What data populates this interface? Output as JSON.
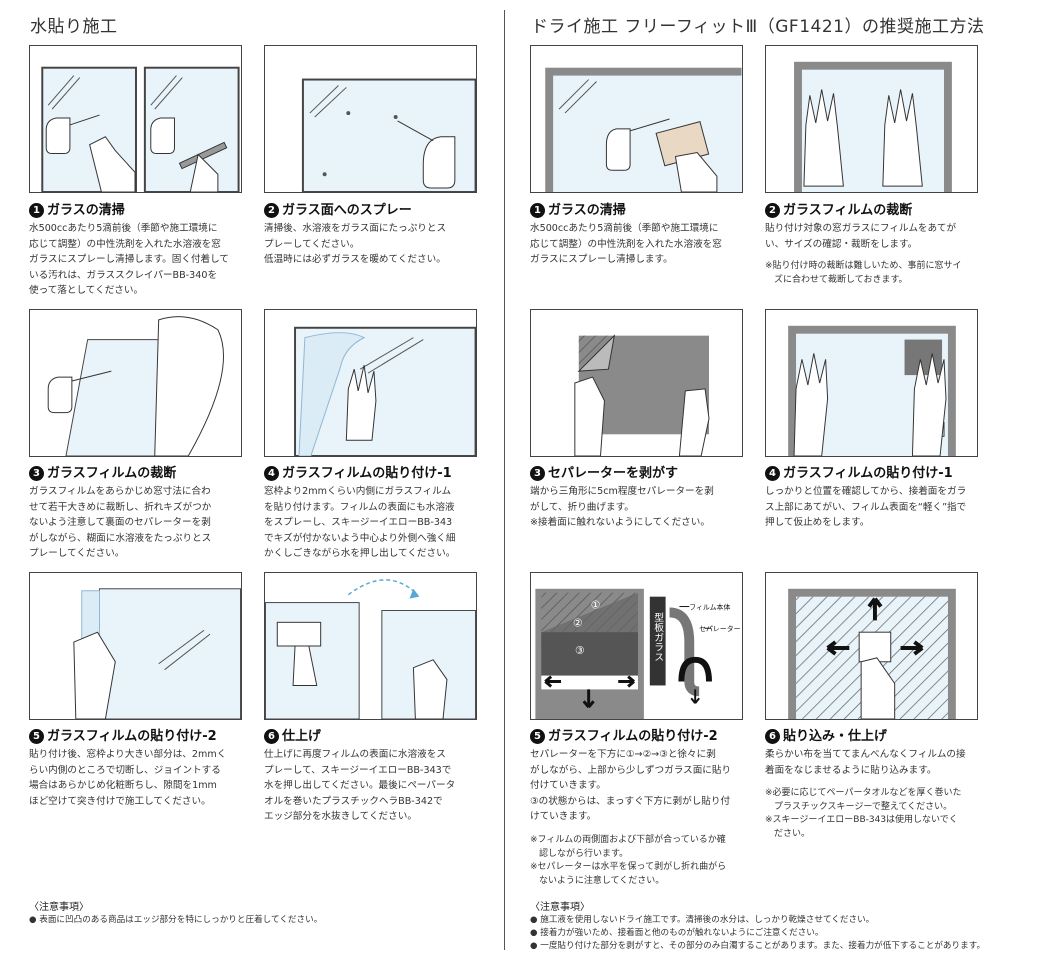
{
  "left": {
    "title": "水貼り施工",
    "steps": [
      {
        "num": "1",
        "title": "ガラスの清掃",
        "text": "水500ccあたり5滴前後（季節や施工環境に\n応じて調整）の中性洗剤を入れた水溶液を窓\nガラスにスプレーし清掃します。固く付着して\nいる汚れは、ガラススクレイパーBB-340を\n使って落としてください。"
      },
      {
        "num": "2",
        "title": "ガラス面へのスプレー",
        "text": "清掃後、水溶液をガラス面にたっぷりとス\nプレーしてください。\n低温時には必ずガラスを暖めてください。"
      },
      {
        "num": "3",
        "title": "ガラスフィルムの裁断",
        "text": "ガラスフィルムをあらかじめ窓寸法に合わ\nせて若干大きめに裁断し、折れキズがつか\nないよう注意して裏面のセパレーターを剥\nがしながら、糊面に水溶液をたっぷりとス\nプレーしてください。"
      },
      {
        "num": "4",
        "title": "ガラスフィルムの貼り付け-1",
        "text": "窓枠より2mmくらい内側にガラスフィルム\nを貼り付けます。フィルムの表面にも水溶液\nをスプレーし、スキージーイエローBB-343\nでキズが付かないよう中心より外側へ強く細\nかくしごきながら水を押し出してください。"
      },
      {
        "num": "5",
        "title": "ガラスフィルムの貼り付け-2",
        "text": "貼り付け後、窓枠より大きい部分は、2mmく\nらい内側のところで切断し、ジョイントする\n場合はあらかじめ化粧断ちし、隙間を1mm\nほど空けて突き付けで施工してください。"
      },
      {
        "num": "6",
        "title": "仕上げ",
        "text": "仕上げに再度フィルムの表面に水溶液をス\nプレーして、スキージーイエローBB-343で\n水を押し出してください。最後にペーパータ\nオルを巻いたプラスチックヘラBB-342で\nエッジ部分を水抜きしてください。"
      }
    ],
    "notes_title": "〈注意事項〉",
    "notes": [
      "● 表面に凹凸のある商品はエッジ部分を特にしっかりと圧着してください。"
    ]
  },
  "right": {
    "title": "ドライ施工 フリーフィットⅢ（GF1421）の推奨施工方法",
    "steps": [
      {
        "num": "1",
        "title": "ガラスの清掃",
        "text": "水500ccあたり5滴前後（季節や施工環境に\n応じて調整）の中性洗剤を入れた水溶液を窓\nガラスにスプレーし清掃します。",
        "note": ""
      },
      {
        "num": "2",
        "title": "ガラスフィルムの裁断",
        "text": "貼り付け対象の窓ガラスにフィルムをあてが\nい、サイズの確認・裁断をします。",
        "note": "※貼り付け時の裁断は難しいため、事前に窓サイ\n　ズに合わせて裁断しておきます。"
      },
      {
        "num": "3",
        "title": "セパレーターを剥がす",
        "text": "端から三角形に5cm程度セパレーターを剥\nがして、折り曲げます。\n※接着面に触れないようにしてください。",
        "note": ""
      },
      {
        "num": "4",
        "title": "ガラスフィルムの貼り付け-1",
        "text": "しっかりと位置を確認してから、接着面をガラ\nス上部にあてがい、フィルム表面を“軽く”指で\n押して仮止めをします。",
        "note": ""
      },
      {
        "num": "5",
        "title": "ガラスフィルムの貼り付け-2",
        "text": "セパレーターを下方に①→②→③と徐々に剥\nがしながら、上部から少しずつガラス面に貼り\n付けていきます。\n③の状態からは、まっすぐ下方に剥がし貼り付\nけていきます。",
        "note": "※フィルムの両側面および下部が合っているか確\n　認しながら行います。\n※セパレーターは水平を保って剥がし折れ曲がら\n　ないように注意してください。"
      },
      {
        "num": "6",
        "title": "貼り込み・仕上げ",
        "text": "柔らかい布を当ててまんべんなくフィルムの接\n着面をなじませるように貼り込みます。",
        "note": "※必要に応じてペーパータオルなどを厚く巻いた\n　プラスチックスキージーで整えてください。\n※スキージーイエローBB-343は使用しないでく\n　ださい。"
      }
    ],
    "diagram_labels": {
      "film_body": "フィルム本体",
      "separator": "セパレーター",
      "patterned_glass": "型板ガラス",
      "n1": "①",
      "n2": "②",
      "n3": "③"
    },
    "notes_title": "〈注意事項〉",
    "notes": [
      "● 施工液を使用しないドライ施工です。清掃後の水分は、しっかり乾燥させてください。",
      "● 接着力が強いため、接着面と他のものが触れないようにご注意ください。",
      "● 一度貼り付けた部分を剥がすと、その部分のみ白濁することがあります。また、接着力が低下することがあります。"
    ]
  },
  "colors": {
    "film_blue": "#dcecf6",
    "dark_gray": "#555555",
    "mid_gray": "#8a8a8a",
    "arrow_blue": "#5aa7d6"
  }
}
